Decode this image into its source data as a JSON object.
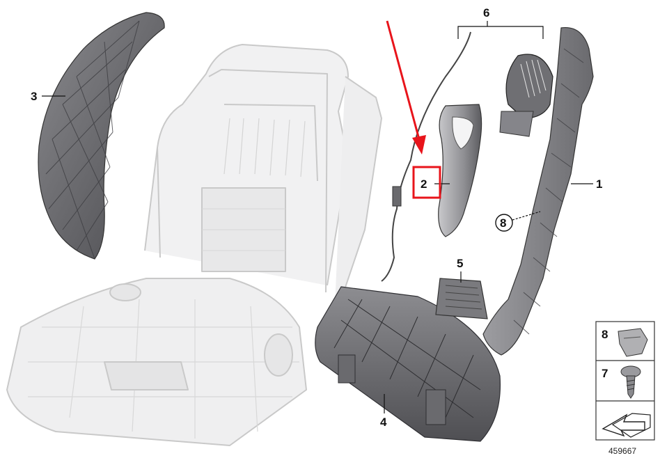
{
  "callouts": {
    "part_1": "1",
    "part_2": "2",
    "part_3": "3",
    "part_4": "4",
    "part_5": "5",
    "part_6": "6",
    "part_8_inline": "8"
  },
  "legend": {
    "item_8": "8",
    "item_7": "7"
  },
  "reference_number": "459667",
  "colors": {
    "highlight": "#e8141b",
    "arrow": "#e8141b",
    "frame_stroke": "#c9c9c9",
    "part_dark": "#5f5f62",
    "part_mid": "#8a8a8d",
    "part_light": "#bdbdc0"
  },
  "icons": [
    "arrow-icon",
    "clip-icon",
    "screw-icon",
    "direction-arrow-icon"
  ]
}
